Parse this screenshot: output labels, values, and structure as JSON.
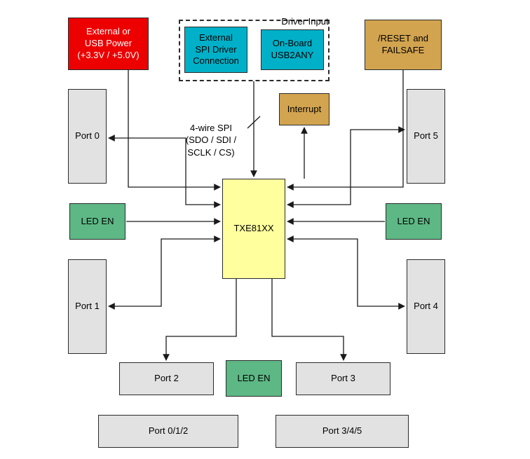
{
  "colors": {
    "power_red": "#ec0000",
    "driver_cyan": "#00b0c8",
    "reset_tan": "#d2a44f",
    "interrupt_tan": "#d2a44f",
    "port_gray": "#e2e2e2",
    "led_green": "#5db885",
    "chip_yellow": "#ffff9e",
    "wire_black": "#1a1a1a"
  },
  "diagram": {
    "driver_input_group": {
      "label": "Driver Input"
    },
    "power": {
      "label": "External or\nUSB Power\n(+3.3V / +5.0V)"
    },
    "external_spi": {
      "label": "External\nSPI Driver\nConnection"
    },
    "usb2any": {
      "label": "On-Board\nUSB2ANY"
    },
    "reset_failsafe": {
      "label": "/RESET and\nFAILSAFE"
    },
    "interrupt": {
      "label": "Interrupt"
    },
    "spi_bus": {
      "label": "4-wire SPI\n(SDO / SDI /\nSCLK / CS)"
    },
    "chip": {
      "label": "TXE81XX"
    },
    "ports": {
      "port0": "Port 0",
      "port1": "Port 1",
      "port2": "Port 2",
      "port3": "Port 3",
      "port4": "Port 4",
      "port5": "Port 5"
    },
    "led_en_left": "LED EN",
    "led_en_right": "LED EN",
    "led_en_bottom": "LED EN",
    "port_group_left": "Port 0/1/2",
    "port_group_right": "Port 3/4/5"
  }
}
